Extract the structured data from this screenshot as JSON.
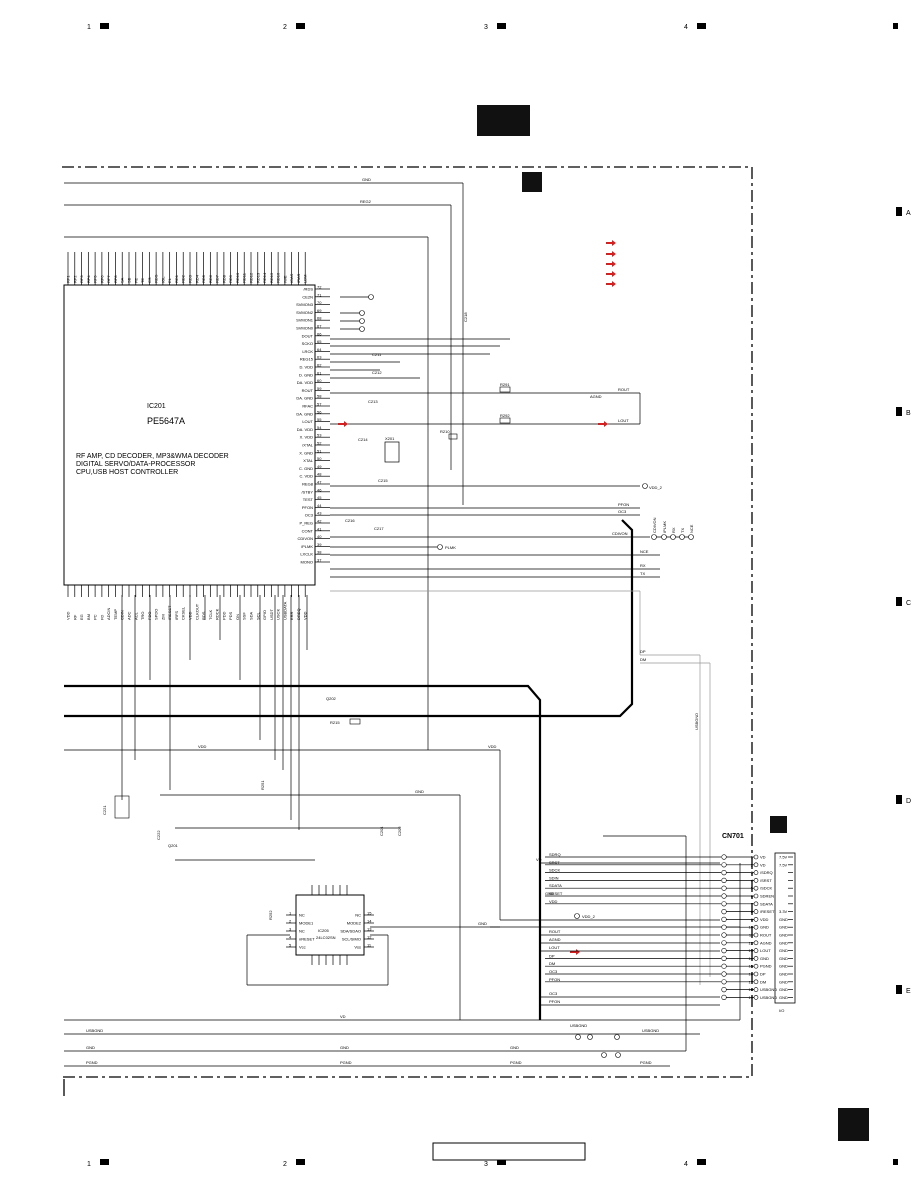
{
  "page": {
    "edge_columns": [
      "1",
      "2",
      "3",
      "4"
    ],
    "edge_rows": [
      "A",
      "B",
      "C",
      "D",
      "E"
    ]
  },
  "ic201": {
    "ref": "IC201",
    "part": "PE5647A",
    "description": [
      "RF AMP, CD DECODER, MP3&WMA DECODER",
      "DIGITAL SERVO/DATA-PROCESSOR",
      "CPU,USB HOST CONTROLLER"
    ],
    "right_pins": [
      {
        "num": "72",
        "name": "/RDS"
      },
      {
        "num": "71",
        "name": "CE2N"
      },
      {
        "num": "70",
        "name": "SVMON3"
      },
      {
        "num": "69",
        "name": "SVMON2"
      },
      {
        "num": "68",
        "name": "SVMON1"
      },
      {
        "num": "67",
        "name": "SVMON0"
      },
      {
        "num": "66",
        "name": "DOUT"
      },
      {
        "num": "65",
        "name": "SCKO"
      },
      {
        "num": "64",
        "name": "LRCK"
      },
      {
        "num": "63",
        "name": "REG15"
      },
      {
        "num": "62",
        "name": "D. VDD"
      },
      {
        "num": "61",
        "name": "D. GND"
      },
      {
        "num": "60",
        "name": "DA. VDD"
      },
      {
        "num": "59",
        "name": "ROUT"
      },
      {
        "num": "58",
        "name": "DA. GND"
      },
      {
        "num": "57",
        "name": "RFAC"
      },
      {
        "num": "56",
        "name": "DA. GND"
      },
      {
        "num": "55",
        "name": "LOUT"
      },
      {
        "num": "54",
        "name": "DA. VDD"
      },
      {
        "num": "53",
        "name": "X. VDD"
      },
      {
        "num": "52",
        "name": "/XTAL"
      },
      {
        "num": "51",
        "name": "X. GND"
      },
      {
        "num": "50",
        "name": "XTAL"
      },
      {
        "num": "49",
        "name": "C. GND"
      },
      {
        "num": "48",
        "name": "C. VDD"
      },
      {
        "num": "47",
        "name": "REG8"
      },
      {
        "num": "46",
        "name": "/STBY"
      },
      {
        "num": "45",
        "name": "TEST"
      },
      {
        "num": "44",
        "name": "PFON"
      },
      {
        "num": "43",
        "name": "OC3"
      },
      {
        "num": "42",
        "name": "P_REG"
      },
      {
        "num": "41",
        "name": "CONT"
      },
      {
        "num": "40",
        "name": "CDIVON"
      },
      {
        "num": "39",
        "name": "/PLMK"
      },
      {
        "num": "38",
        "name": "LXCLK"
      },
      {
        "num": "37",
        "name": "MONO"
      }
    ],
    "top_pins": [
      "RF1",
      "RF2",
      "RF3",
      "RF4",
      "RF5",
      "RF6",
      "RF7",
      "RF8",
      "SA",
      "SB",
      "FE",
      "TE",
      "CS",
      "RDS",
      "IOL",
      "EL",
      "RD1",
      "RD2",
      "RD3",
      "RD4",
      "RD5",
      "RD6",
      "RD7",
      "RD8",
      "RD9",
      "RD10",
      "RD11",
      "RD12",
      "RD13",
      "RD14",
      "RD15",
      "RD16",
      "/WE",
      "/CAS",
      "/RAS",
      "LDM"
    ],
    "bottom_pins": [
      "VDD",
      "RF",
      "EG",
      "BM",
      "PC",
      "FD",
      "ADCIN",
      "TEMP",
      "CDIN",
      "ADC",
      "ACL",
      "TRO",
      "FDO",
      "SPDO",
      "ZM",
      "/RESET",
      "/RFS",
      "CKSEL",
      "VDD",
      "CLKOUT",
      "RDS",
      "TCLK",
      "RDCK",
      "PDD",
      "PDS",
      "ON",
      "SSF",
      "SDA",
      "SCL",
      "GPIO",
      "USDT",
      "USCK",
      "USBDATA",
      "ERR",
      "DREQ",
      "VDD"
    ]
  },
  "ic205": {
    "ref": "IC205",
    "part": "24LC02SN",
    "left_pins": [
      {
        "num": "1",
        "name": "NC"
      },
      {
        "num": "2",
        "name": "MODE1"
      },
      {
        "num": "3",
        "name": "NC"
      },
      {
        "num": "4",
        "name": "nRESET"
      },
      {
        "num": "5",
        "name": "Vcc"
      }
    ],
    "right_pins": [
      {
        "num": "15",
        "name": "NC"
      },
      {
        "num": "14",
        "name": "MODE2"
      },
      {
        "num": "13",
        "name": "SDA/SDAO"
      },
      {
        "num": "12",
        "name": "SCL/SIMO"
      },
      {
        "num": "11",
        "name": "Vss"
      }
    ]
  },
  "cn701": {
    "ref": "CN701",
    "marker": "I/O",
    "pins": [
      {
        "num": "1",
        "inner": "VD",
        "outer": "7.5V",
        "net": "SDRQ"
      },
      {
        "num": "2",
        "inner": "VD",
        "outer": "7.5V",
        "net": "SRST"
      },
      {
        "num": "3",
        "inner": "/SDRQ",
        "outer": "",
        "net": "SDCK"
      },
      {
        "num": "4",
        "inner": "/SRST",
        "outer": "",
        "net": "SDIN"
      },
      {
        "num": "5",
        "inner": "/SDCK",
        "outer": "",
        "net": "SDATA"
      },
      {
        "num": "6",
        "inner": "SDREN",
        "outer": "",
        "net": "RESET"
      },
      {
        "num": "7",
        "inner": "SDATA",
        "outer": "",
        "net": "VDD"
      },
      {
        "num": "8",
        "inner": "/RESET",
        "outer": "3.3V",
        "net": ""
      },
      {
        "num": "9",
        "inner": "VDD",
        "outer": "GND",
        "net": ""
      },
      {
        "num": "10",
        "inner": "GND",
        "outer": "GND",
        "net": ""
      },
      {
        "num": "11",
        "inner": "ROUT",
        "outer": "GND",
        "net": ""
      },
      {
        "num": "12",
        "inner": "AGND",
        "outer": "GND",
        "net": ""
      },
      {
        "num": "13",
        "inner": "LOUT",
        "outer": "GND",
        "net": ""
      },
      {
        "num": "14",
        "inner": "GND",
        "outer": "GND",
        "net": "DP"
      },
      {
        "num": "15",
        "inner": "PGND",
        "outer": "GND",
        "net": "DM"
      },
      {
        "num": "16",
        "inner": "DP",
        "outer": "GND",
        "net": "OC3"
      },
      {
        "num": "17",
        "inner": "DM",
        "outer": "GND",
        "net": "PFON"
      },
      {
        "num": "18",
        "inner": "USBGND",
        "outer": "GND",
        "net": ""
      },
      {
        "num": "19",
        "inner": "USBGND",
        "outer": "GND",
        "net": ""
      }
    ]
  },
  "right_connector": {
    "labels": [
      "CDIVON",
      "/PLMK",
      "RX",
      "TX",
      "NCE"
    ]
  },
  "nets": {
    "gnd": "GND",
    "rego": "REG2",
    "vd": "VD",
    "vdd": "VDD",
    "usbgnd": "USBGND",
    "pgnd": "PGND",
    "rout": "ROUT",
    "lout": "LOUT",
    "agnd": "AGND",
    "vdd2": "VDD_2",
    "pfon": "PFON",
    "oc3": "OC3",
    "cdivon": "CDIVON",
    "nce": "NCE",
    "rx": "RX",
    "tx": "TX",
    "dp": "DP",
    "dm": "DM",
    "plmk": "PLMK"
  },
  "components": {
    "r_top": [
      "R291",
      "R292",
      "R210",
      "R215"
    ],
    "c_top": [
      "C211",
      "C212",
      "C213",
      "C214",
      "C215",
      "C216",
      "C217",
      "C218"
    ],
    "xtal": "X201",
    "q": [
      "Q201",
      "Q202"
    ],
    "misc": [
      "C221",
      "C222",
      "R251",
      "R252",
      "C201",
      "C202"
    ]
  },
  "arrow_color": "#d62020",
  "arrow_count": 5
}
